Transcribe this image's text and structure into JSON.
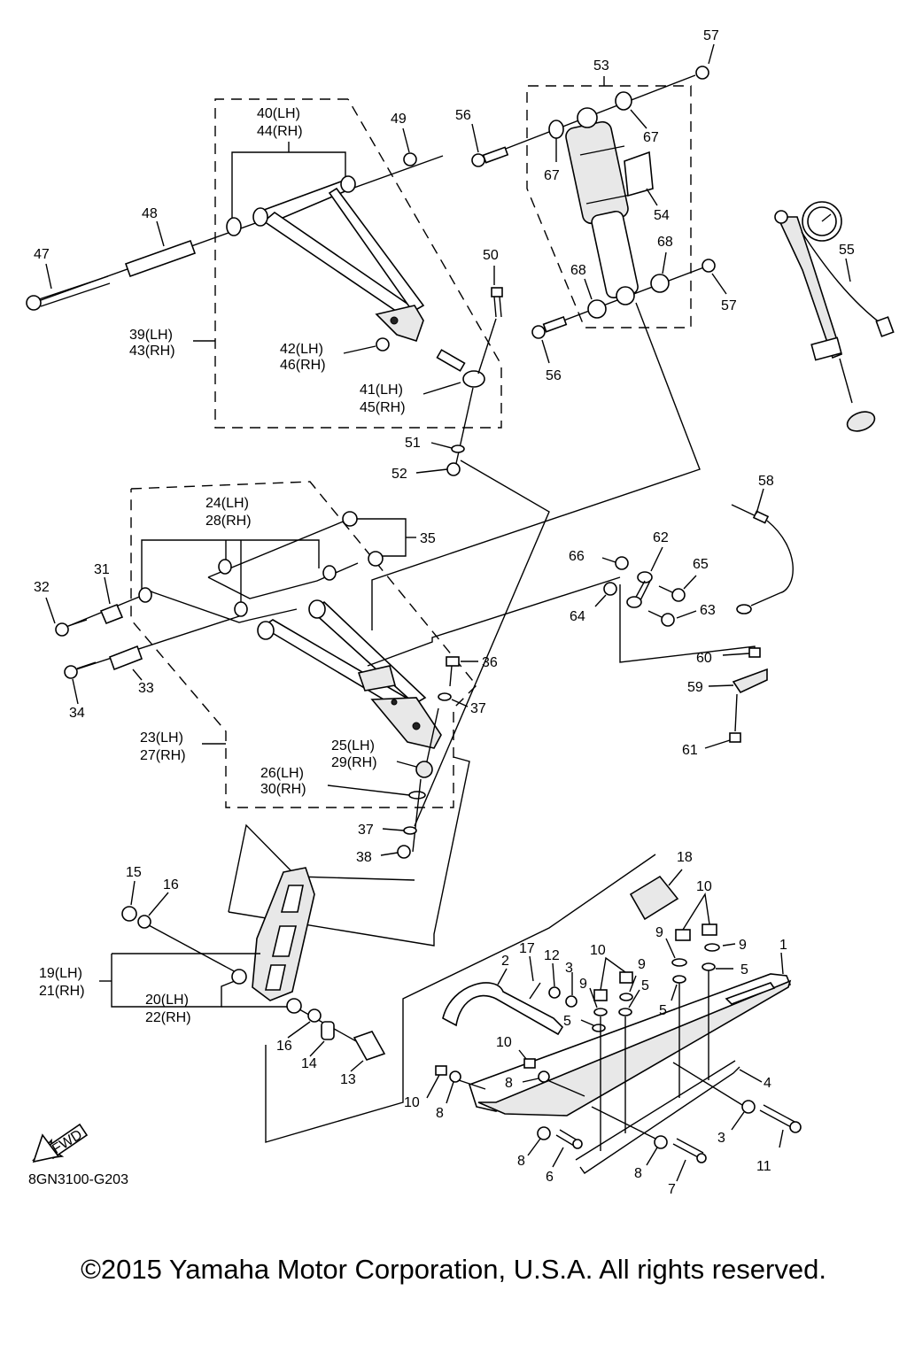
{
  "labels": {
    "l57a": "57",
    "l53": "53",
    "l67a": "67",
    "l56a": "56",
    "l67b": "67",
    "l54": "54",
    "l68a": "68",
    "l68b": "68",
    "l57b": "57",
    "l56b": "56",
    "l55": "55",
    "l40": "40(LH)",
    "l44": "44(RH)",
    "l49": "49",
    "l48": "48",
    "l47": "47",
    "l50": "50",
    "l39": "39(LH)",
    "l43": "43(RH)",
    "l42": "42(LH)",
    "l46": "46(RH)",
    "l41": "41(LH)",
    "l45": "45(RH)",
    "l51": "51",
    "l52": "52",
    "l24": "24(LH)",
    "l28": "28(RH)",
    "l35": "35",
    "l31": "31",
    "l32": "32",
    "l33": "33",
    "l34": "34",
    "l36": "36",
    "l37a": "37",
    "l23": "23(LH)",
    "l27": "27(RH)",
    "l25": "25(LH)",
    "l29": "29(RH)",
    "l26": "26(LH)",
    "l30": "30(RH)",
    "l37b": "37",
    "l38": "38",
    "l58": "58",
    "l62": "62",
    "l66": "66",
    "l65": "65",
    "l64": "64",
    "l63": "63",
    "l60": "60",
    "l59": "59",
    "l61": "61",
    "l18": "18",
    "l15": "15",
    "l16a": "16",
    "l10a": "10",
    "l9a": "9",
    "l9b": "9",
    "l17": "17",
    "l12": "12",
    "l10b": "10",
    "l1": "1",
    "l2": "2",
    "l3a": "3",
    "l9c": "9",
    "l9d": "9",
    "l5a": "5",
    "l5b": "5",
    "l5c": "5",
    "l5d": "5",
    "l19": "19(LH)",
    "l21": "21(RH)",
    "l20": "20(LH)",
    "l22": "22(RH)",
    "l16b": "16",
    "l14": "14",
    "l13": "13",
    "l10c": "10",
    "l8a": "8",
    "l4": "4",
    "l10d": "10",
    "l8b": "8",
    "l3b": "3",
    "l11": "11",
    "l8c": "8",
    "l6": "6",
    "l8d": "8",
    "l7": "7",
    "fwd": "FWD"
  },
  "diagram_code": "8GN3100-G203",
  "copyright": "©2015 Yamaha Motor Corporation, U.S.A. All rights reserved."
}
